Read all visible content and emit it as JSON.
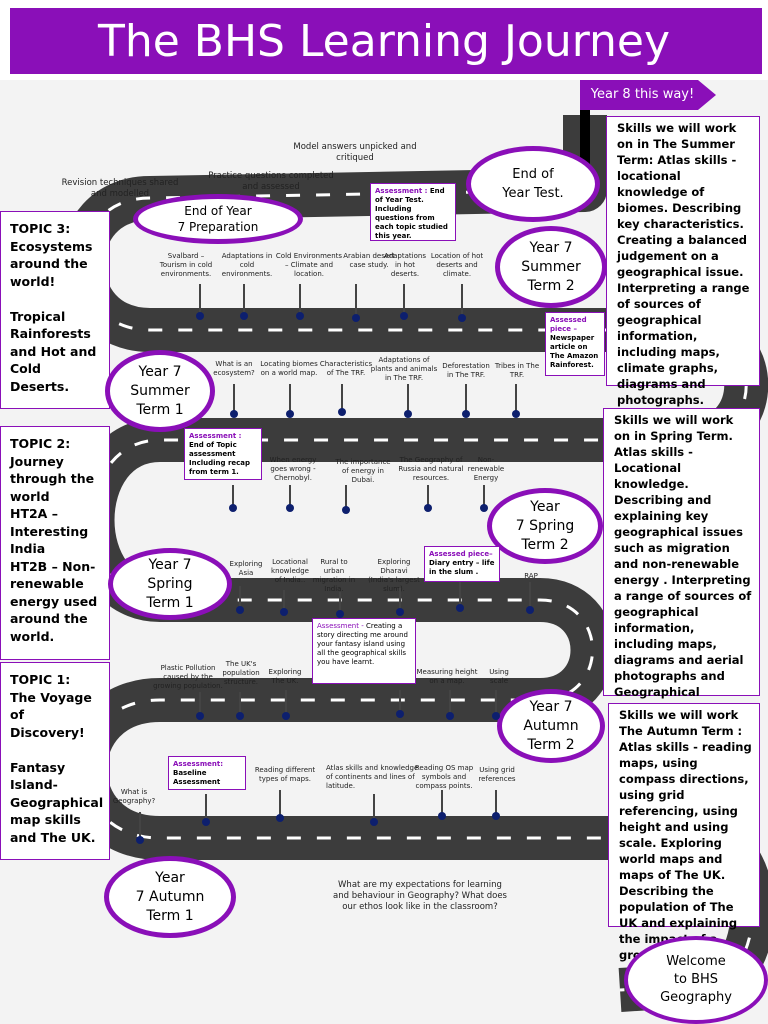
{
  "title": "The BHS Learning Journey",
  "arrow_label": "Year 8 this way!",
  "colors": {
    "accent": "#8a0fb8",
    "road": "#3c3c3c",
    "pin": "#0d1f6e"
  },
  "topics": [
    {
      "text": "TOPIC 3:\nEcosystems around the world!\n\nTropical Rainforests and Hot and Cold Deserts."
    },
    {
      "text": "TOPIC 2:\nJourney through the world\nHT2A – Interesting India\nHT2B – Non-renewable energy used around the world."
    },
    {
      "text": "TOPIC 1:\nThe Voyage of Discovery!\n\nFantasy Island- Geographical map skills and The UK."
    }
  ],
  "skills": [
    {
      "text": "Skills we will work on in The Summer Term: Atlas skills -locational knowledge of biomes. Describing key characteristics.\nCreating a balanced judgement on a geographical issue.\nInterpreting a range of sources of geographical information, including maps, climate graphs, diagrams and photographs."
    },
    {
      "text": "Skills we will work on in Spring Term.\nAtlas skills - Locational knowledge. Describing and explaining key geographical issues such as migration and non-renewable energy . Interpreting a range of sources of geographical information, including maps, diagrams and aerial photographs and Geographical Information Systems (GIS)."
    },
    {
      "text": "Skills we will work The Autumn Term : Atlas skills - reading maps, using compass directions, using grid referencing, using height and using scale. Exploring world maps and maps of The UK. Describing the population of The UK and explaining the impact of a growing population."
    }
  ],
  "stages": {
    "end_of_year_test": "End of\nYear Test.",
    "end_of_year_prep": "End of Year\n7 Preparation",
    "summer2": "Year 7\nSummer\nTerm 2",
    "summer1": "Year 7\nSummer\nTerm 1",
    "spring2": "Year\n7 Spring\nTerm 2",
    "spring1": "Year 7\nSpring\nTerm 1",
    "autumn2": "Year 7\nAutumn\nTerm 2",
    "autumn1": "Year\n7 Autumn\nTerm 1",
    "welcome": "Welcome\nto BHS\nGeography"
  },
  "assessments": {
    "end_year": {
      "head": "Assessment :",
      "body": " End of Year Test. Including questions from each topic studied this year."
    },
    "summer_piece": {
      "head": "Assessed piece –",
      "body": " Newspaper article on The Amazon Rainforest."
    },
    "end_topic": {
      "head": "Assessment :",
      "body": " End of Topic assessment Including recap from term 1."
    },
    "spring_piece": {
      "head": "Assessed piece–",
      "body": " Diary entry – life in the slum ."
    },
    "fantasy": {
      "head": "Assessment -",
      "body": " Creating a story directing me around your fantasy island using all the geographical skills you have learnt."
    },
    "baseline": {
      "head": "Assessment:",
      "body": " Baseline Assessment"
    }
  },
  "top_notes": {
    "model": "Model answers unpicked and\ncritiqued",
    "practice": "Practice questions completed\nand assessed",
    "revision": "Revision techniques shared\nand modelled"
  },
  "summer2_items": [
    "Svalbard –\nTourism in cold\nenvironments.",
    "Adaptations in\ncold\nenvironments.",
    "Cold Environments\n– Climate and\nlocation.",
    "Arabian desert\ncase study.",
    "Adaptations\nin hot\ndeserts.",
    "Location of hot\ndeserts and\nclimate."
  ],
  "summer1_items": [
    "What is an\necosystem?",
    "Locating  biomes\non a world map.",
    "Characteristics\nof The TRF.",
    "Adaptations of\nplants and animals\nin The TRF.",
    "Deforestation\nin The TRF.",
    "Tribes in The\nTRF."
  ],
  "spring2_items": [
    "When energy\ngoes wrong -\nChernobyl.",
    "The importance\nof energy in\nDubai.",
    "The Geography of\nRussia  and natural\nresources.",
    "Non-\nrenewable\nEnergy"
  ],
  "spring1_items": [
    "Exploring\nAsia",
    "Locational\nknowledge\nof India..",
    "Rural to\nurban\nmigration in\nIndia.",
    "Exploring\nDharavi\n(India's largest\nslum).",
    "RAP"
  ],
  "autumn2_items": [
    "Plastic Pollution\ncaused by the\ngrowing population.",
    "The UK's\npopulation\nstructure.",
    "Exploring\nThe UK.",
    "Measuring height\non a map.",
    "Using\nscale"
  ],
  "autumn1_items": [
    "What is\nGeography?",
    "Reading different\ntypes of maps.",
    "Atlas skills and knowledge\nof continents and lines of\nlatitude.",
    "Reading OS map\nsymbols and\ncompass points.",
    "Using  grid\nreferences"
  ],
  "expectations": "What are my expectations for learning\nand behaviour in Geography? What does\nour  ethos look like in the classroom?"
}
